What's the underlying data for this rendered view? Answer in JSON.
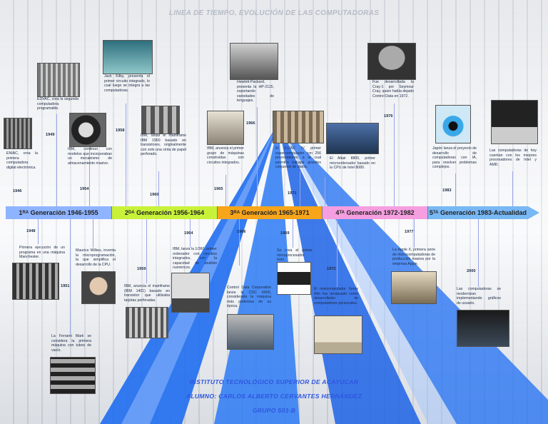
{
  "title": "LINEA DE TIEMPO, EVOLUCIÓN DE LAS COMPUTADORAS",
  "generations": [
    {
      "num": "1",
      "sup": "RA",
      "label": "Generación 1946-1955",
      "color": "#8fb4ff"
    },
    {
      "num": "2",
      "sup": "DA",
      "label": "Generación 1956-1964",
      "color": "#c8f23a"
    },
    {
      "num": "3",
      "sup": "RA",
      "label": "Generación 1965-1971",
      "color": "#f7a51a"
    },
    {
      "num": "4",
      "sup": "TA",
      "label": "Generación 1972-1982",
      "color": "#f59ee0"
    },
    {
      "num": "5",
      "sup": "TA",
      "label": "Generación 1983-Actualidad",
      "color": "#78b8f5"
    }
  ],
  "years": {
    "y1946": "1946",
    "y1949": "1949",
    "y1954": "1954",
    "y1958": "1958",
    "y1960": "1960",
    "y1965": "1965",
    "y1966": "1966",
    "y1971": "1971",
    "y1976": "1976",
    "y1983": "1983",
    "y1948": "1948",
    "y1951": "1951",
    "y1959": "1959",
    "y1964": "1964",
    "y1966b": "1966",
    "y1969": "1969",
    "y1972": "1972",
    "y1977": "1977",
    "y2000": "2000"
  },
  "events": {
    "eniac": "ENIAC, crea la primera computadora digital electrónica.",
    "edvac": "EDVAC, crea la segunda computadora programable.",
    "ibm_mem": "IBM, continuo con modelos que incorporaban un mecanismo de almacenamiento masivo.",
    "kilby": "Jack Kilby, presenta el primer circuito integrado, lo cual luego se integra a las computadoras.",
    "ibm_1960": "IBM, lanza el mainframe IBM 1960 basado en transistores, originalmente con solo una cinta de papel perforado.",
    "ibm_360": "IBM, anuncia el primer grupo de máquinas construidas con circuitos integrados.",
    "hp": "Hewlett-Packard, presenta la HP-2115, soportando variedades de lenguajes.",
    "illiac": "El ILLIAC IV, primer supercomputador con 256 procesadores, a la cual permitía trabajar grandes conjuntos de datos.",
    "altair": "El Altair 8800, primer microordenador basado en la CPU de Intel 8080.",
    "cray": "Fue desarrollada la Cray-1 por Seymour Cray, quien había dejado Control Data en 1972.",
    "japon": "Japón lanza el proyecto de desarrollo de computadoras con IA, para resolver problemas complejos.",
    "actual": "Las computadoras de hoy cuentan con los mejores procesadores de Intel y AMD.",
    "manchester": "Primera ejecución de un programa en una máquina Manchester.",
    "wilkes": "Maurice Wilkes, inventa la microprogramación, la que simplifica el desarrollo de la CPU.",
    "ferranti": "La Ferranti Mark se considera la primera máquina con tubos de vacío.",
    "ibm1401": "IBM, anuncia el mainframe (IBM 1401) basado en transistor que utilizaba tarjetas perforadas.",
    "ibm_1960b": "IBM, lanza la 1/360, primer ordenador con circuitos integrados, con la capacidad de análisis numéricos.",
    "cdc": "Control Data Corporation lanza la CDC 6600, considerada la máquina más poderosa de su época.",
    "intel": "Se crea el primer microprocesador Intel.",
    "xerox": "El minicomputador Xerox Alto fue destacado como desarrollador de computadores personales.",
    "apple": "La Apple II, primera serie de microcomputadoras de producción masiva por la empresa Apple.",
    "modern": "Las computadoras se modernizan implementando gráficos de usuario."
  },
  "footer": {
    "school": "INSTITUTO TECNOLÓGICO SUPERIOR DE ACAYUCAN",
    "student": "ALUMNO: CARLOS ALBERTO CERVANTES HERNÁNDEZ",
    "group": "GRUPO 503-B"
  }
}
